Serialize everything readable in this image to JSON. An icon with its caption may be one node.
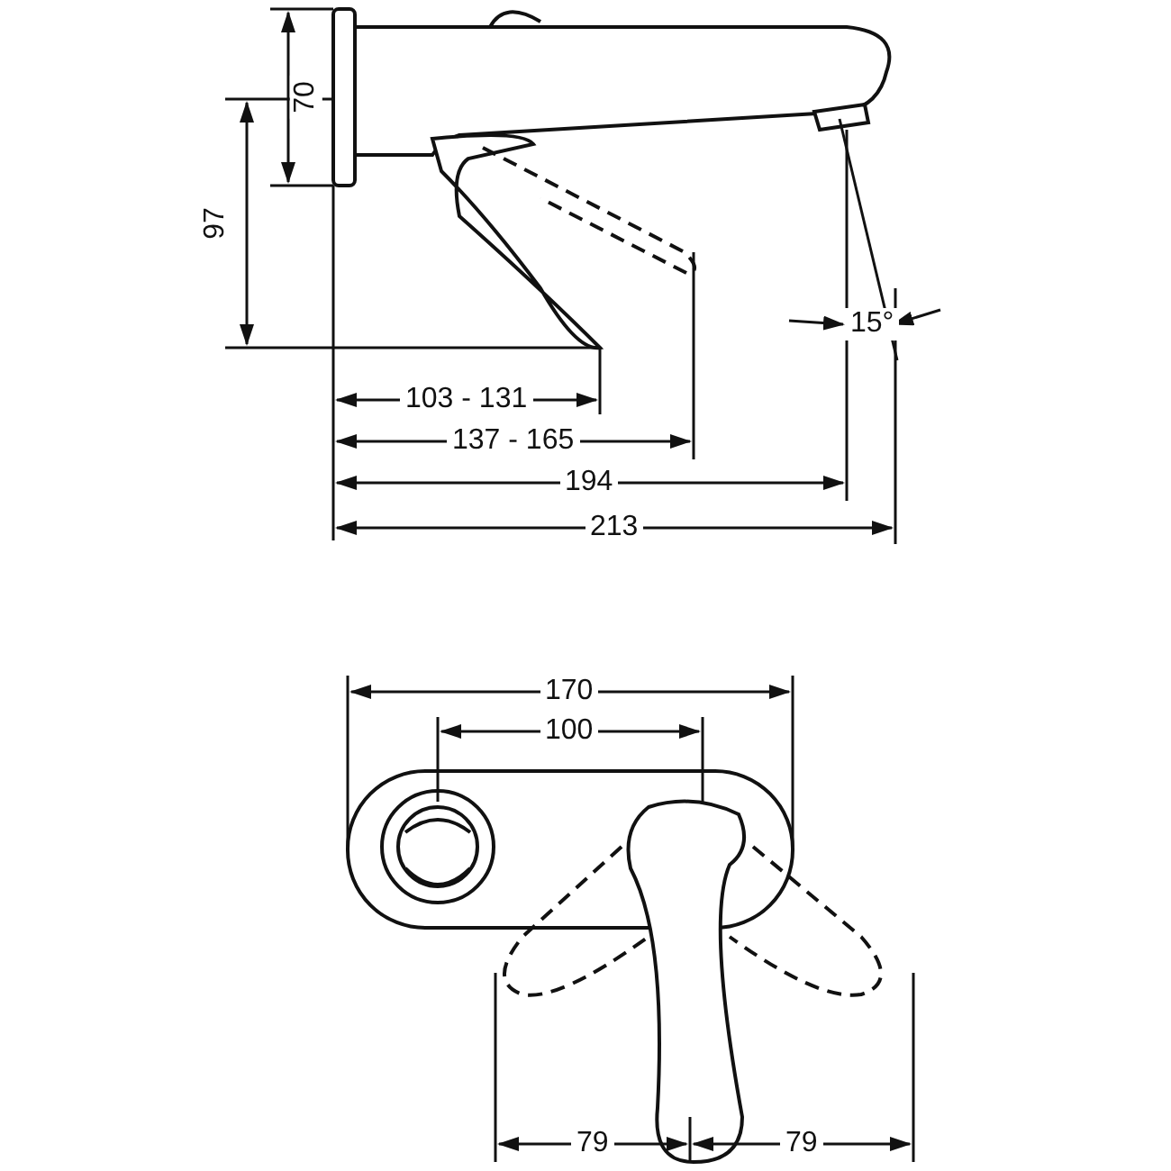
{
  "diagram": {
    "labels": [
      "70",
      "97",
      "15°",
      "103 - 131",
      "137 - 165",
      "194",
      "213",
      "170",
      "100",
      "79",
      "79"
    ]
  }
}
